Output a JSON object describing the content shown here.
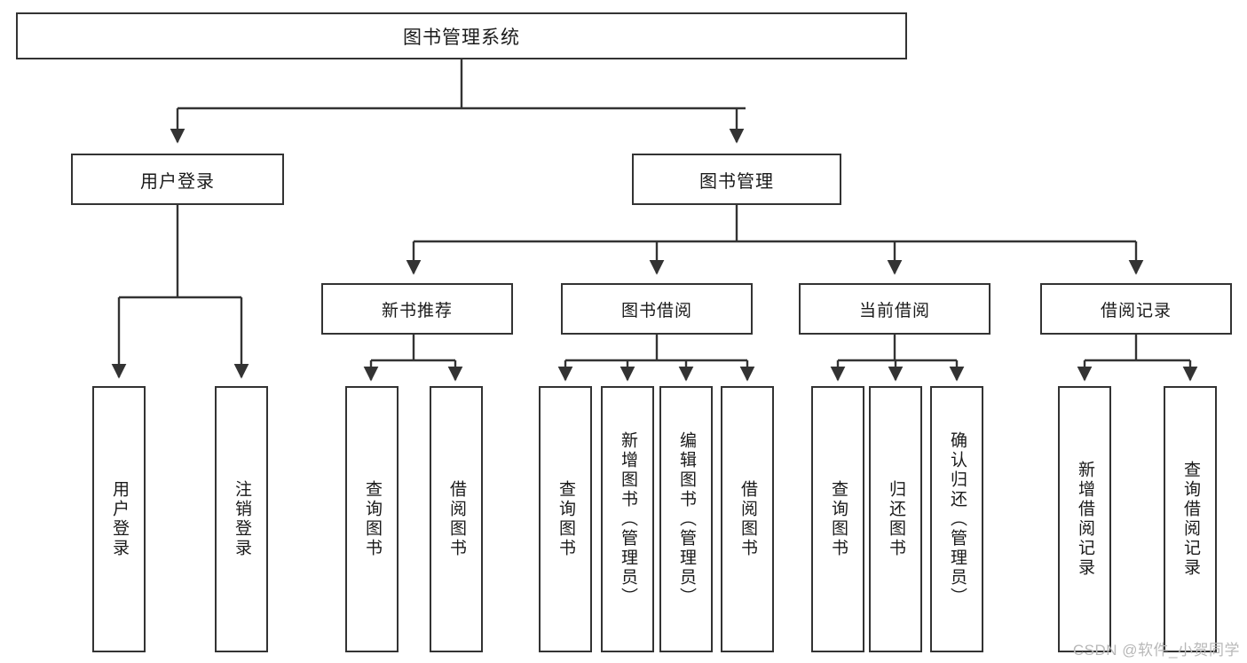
{
  "diagram": {
    "title": "图书管理系统",
    "watermark": "CSDN @软件_小贺同学",
    "root": {
      "label": "图书管理系统"
    },
    "level1": [
      {
        "label": "用户登录"
      },
      {
        "label": "图书管理"
      }
    ],
    "level2": [
      {
        "label": "新书推荐"
      },
      {
        "label": "图书借阅"
      },
      {
        "label": "当前借阅"
      },
      {
        "label": "借阅记录"
      }
    ],
    "leaves": {
      "user_login": [
        {
          "label": "用户登录"
        },
        {
          "label": "注销登录"
        }
      ],
      "new_book_recommend": [
        {
          "label": "查询图书"
        },
        {
          "label": "借阅图书"
        }
      ],
      "book_borrow": [
        {
          "label": "查询图书"
        },
        {
          "label": "新增图书（管理员）"
        },
        {
          "label": "编辑图书（管理员）"
        },
        {
          "label": "借阅图书"
        }
      ],
      "current_borrow": [
        {
          "label": "查询图书"
        },
        {
          "label": "归还图书"
        },
        {
          "label": "确认归还（管理员）"
        }
      ],
      "borrow_record": [
        {
          "label": "新增借阅记录"
        },
        {
          "label": "查询借阅记录"
        }
      ]
    },
    "colors": {
      "line": "#333333",
      "box_border": "#333333",
      "box_fill": "#ffffff",
      "text": "#1a1a1a",
      "watermark": "#b8b8b8"
    }
  }
}
